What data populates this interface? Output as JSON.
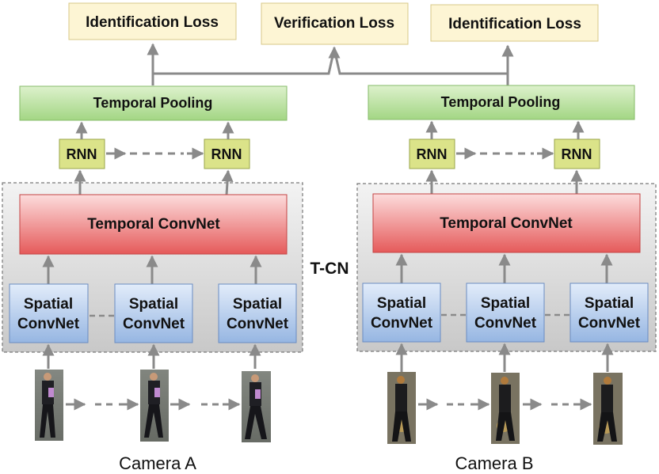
{
  "losses": {
    "id_a": "Identification Loss",
    "verification": "Verification Loss",
    "id_b": "Identification Loss"
  },
  "pooling": {
    "a": "Temporal Pooling",
    "b": "Temporal Pooling"
  },
  "rnn": {
    "label": "RNN"
  },
  "temporal_convnet": {
    "a": "Temporal ConvNet",
    "b": "Temporal ConvNet"
  },
  "spatial_convnet": {
    "line1": "Spatial",
    "line2": "ConvNet"
  },
  "tcn_label": "T-CN",
  "cameras": {
    "a": "Camera A",
    "b": "Camera B"
  },
  "colors": {
    "loss_fill": "#fdf6d6",
    "loss_stroke": "#d9c98a",
    "pool_top": "#d8efc6",
    "pool_bottom": "#a8d88a",
    "pool_stroke": "#8cbf6e",
    "rnn_fill": "#dbe48a",
    "rnn_stroke": "#9aa84a",
    "tconv_top": "#fbd4d4",
    "tconv_bottom": "#e86060",
    "tconv_stroke": "#c84848",
    "sconv_top": "#dbe7f8",
    "sconv_bottom": "#9fbde6",
    "sconv_stroke": "#6e8fc4",
    "tcn_bg_top": "#f2f2f2",
    "tcn_bg_bottom": "#c9c9c9",
    "arrow": "#8a8a8a"
  }
}
